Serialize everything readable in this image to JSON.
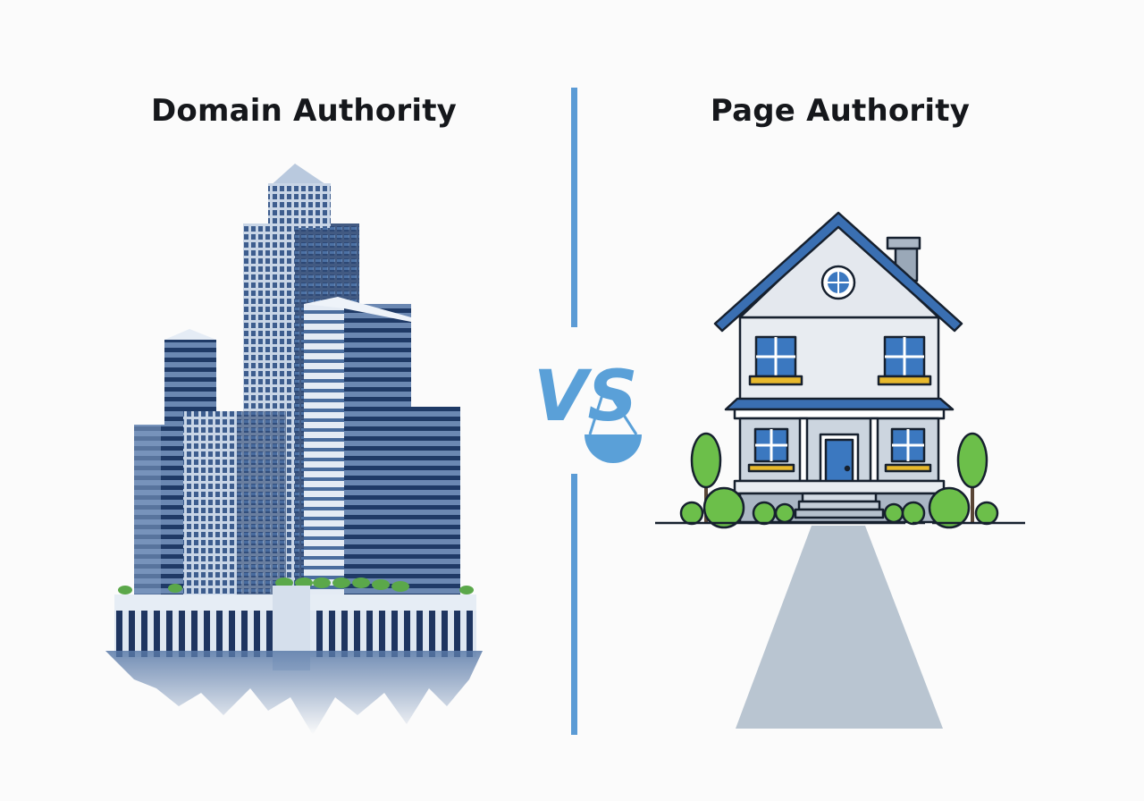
{
  "left": {
    "title": "Domain Authority",
    "illustration": "skyscraper-complex"
  },
  "right": {
    "title": "Page Authority",
    "illustration": "house-with-path"
  },
  "center": {
    "label": "VS",
    "icon": "balance-scale-icon"
  },
  "colors": {
    "divider": "#5b9bd5",
    "vs": "#5aa0d8",
    "building_dark": "#2e4a78",
    "building_light": "#c9d6e8",
    "roof": "#3a6fb2",
    "window": "#3b78c0",
    "sill": "#e8b92c",
    "tree": "#6cbf4a",
    "path": "#b9c5d1"
  }
}
